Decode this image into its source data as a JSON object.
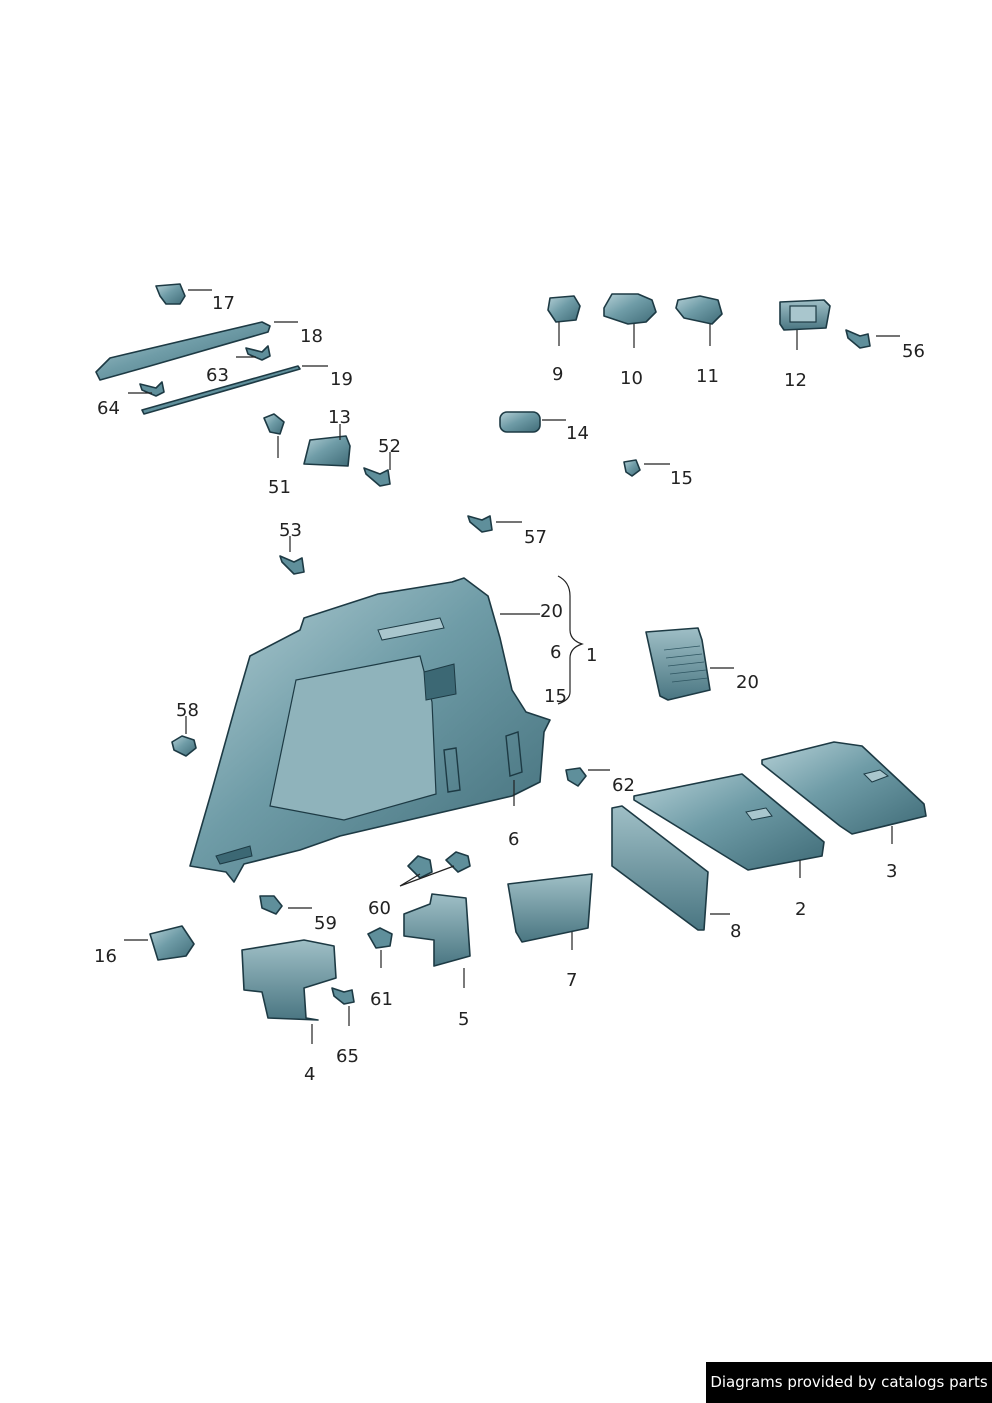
{
  "diagram": {
    "colors": {
      "part_fill": "#5f8f9b",
      "part_light": "#a9c6cd",
      "part_dark": "#3c6874",
      "outline": "#1d3a44",
      "label": "#222222"
    },
    "callouts": {
      "c17": "17",
      "c18": "18",
      "c63": "63",
      "c19": "19",
      "c64": "64",
      "c13": "13",
      "c52": "52",
      "c51": "51",
      "c9": "9",
      "c10": "10",
      "c11": "11",
      "c12": "12",
      "c56": "56",
      "c14": "14",
      "c15": "15",
      "c53": "53",
      "c57": "57",
      "c20a": "20",
      "c6a": "6",
      "c1": "1",
      "c15b": "15",
      "c20b": "20",
      "c58": "58",
      "c62": "62",
      "c6b": "6",
      "c3": "3",
      "c2": "2",
      "c8": "8",
      "c60": "60",
      "c59": "59",
      "c16": "16",
      "c61": "61",
      "c7": "7",
      "c5": "5",
      "c65": "65",
      "c4": "4"
    }
  },
  "footer": {
    "credit": "Diagrams provided by catalogs parts"
  }
}
